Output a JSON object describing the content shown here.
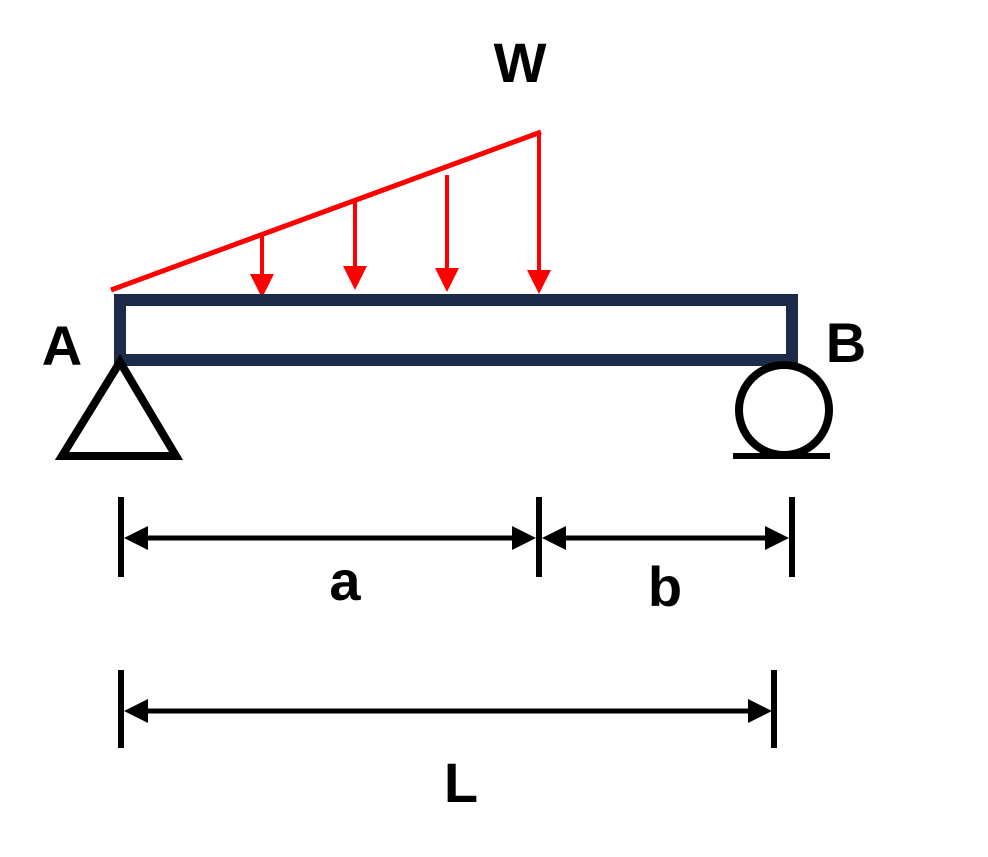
{
  "labels": {
    "load": "W",
    "support_left": "A",
    "support_right": "B",
    "dim_a": "a",
    "dim_b": "b",
    "dim_total": "L"
  },
  "colors": {
    "beam_outline": "#1c2b4a",
    "load": "#ff0000",
    "supports_and_dimensions": "#000000",
    "background": "#ffffff"
  },
  "load": {
    "type": "linearly increasing distributed load",
    "arrow_count": 4
  },
  "supports": {
    "left": "pin-support-triangle",
    "right": "roller-support-circle"
  }
}
